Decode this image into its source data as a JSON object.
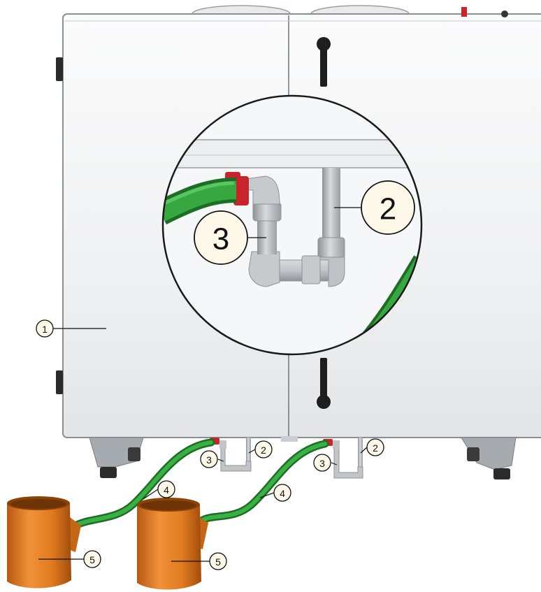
{
  "callouts": {
    "c1": "1",
    "c2": "2",
    "c3": "3",
    "c4": "4",
    "c5": "5"
  },
  "colors": {
    "cabinet": "#f4f5f6",
    "cabinet_edge": "#8a8f94",
    "hose": "#2e9b36",
    "hose_dark": "#1d6e24",
    "pipe": "#b9bcbf",
    "clamp": "#c8242b",
    "bucket": "#e07b1f",
    "bucket_dark": "#a9520f",
    "foot": "#9da2a6",
    "handle": "#1e1e1e"
  }
}
